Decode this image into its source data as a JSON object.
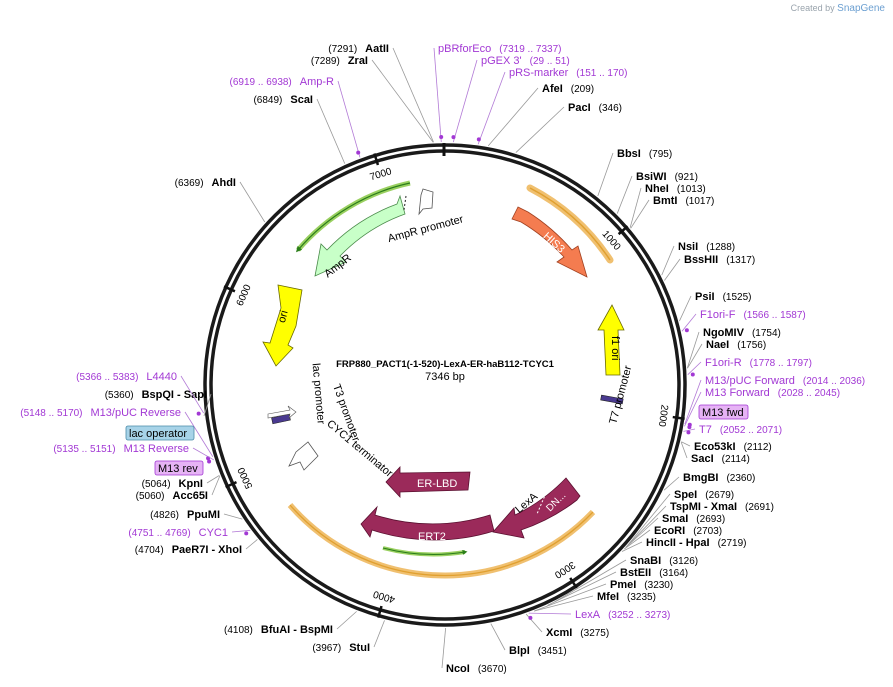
{
  "branding": {
    "created_by": "Created by",
    "product": "SnapGene"
  },
  "plasmid": {
    "name": "FRP880_PACT1(-1-520)-LexA-ER-haB112-TCYC1",
    "length": "7346 bp",
    "length_bp": 7346
  },
  "ruler_ticks": [
    "1000",
    "2000",
    "3000",
    "4000",
    "5000",
    "6000",
    "7000"
  ],
  "sites": [
    {
      "name": "AatII",
      "pos": "(7291)",
      "side": "L",
      "bp": 7291
    },
    {
      "name": "ZraI",
      "pos": "(7289)",
      "side": "L",
      "bp": 7289
    },
    {
      "name": "ScaI",
      "pos": "(6849)",
      "side": "L",
      "bp": 6849
    },
    {
      "name": "AhdI",
      "pos": "(6369)",
      "side": "L",
      "bp": 6369
    },
    {
      "name": "AfeI",
      "pos": "(209)",
      "side": "R",
      "bp": 209
    },
    {
      "name": "PacI",
      "pos": "(346)",
      "side": "R",
      "bp": 346
    },
    {
      "name": "BbsI",
      "pos": "(795)",
      "side": "R",
      "bp": 795
    },
    {
      "name": "BsiWI",
      "pos": "(921)",
      "side": "R",
      "bp": 921
    },
    {
      "name": "NheI",
      "pos": "(1013)",
      "side": "R",
      "bp": 1013
    },
    {
      "name": "BmtI",
      "pos": "(1017)",
      "side": "R",
      "bp": 1017
    },
    {
      "name": "NsiI",
      "pos": "(1288)",
      "side": "R",
      "bp": 1288
    },
    {
      "name": "BssHII",
      "pos": "(1317)",
      "side": "R",
      "bp": 1317
    },
    {
      "name": "PsiI",
      "pos": "(1525)",
      "side": "R",
      "bp": 1525
    },
    {
      "name": "NgoMIV",
      "pos": "(1754)",
      "side": "R",
      "bp": 1754
    },
    {
      "name": "NaeI",
      "pos": "(1756)",
      "side": "R",
      "bp": 1756
    },
    {
      "name": "Eco53kI",
      "pos": "(2112)",
      "side": "R",
      "bp": 2112
    },
    {
      "name": "SacI",
      "pos": "(2114)",
      "side": "R",
      "bp": 2114
    },
    {
      "name": "BmgBI",
      "pos": "(2360)",
      "side": "R",
      "bp": 2360
    },
    {
      "name": "SpeI",
      "pos": "(2679)",
      "side": "R",
      "bp": 2679
    },
    {
      "name": "TspMI  -  XmaI",
      "pos": "(2691)",
      "side": "R",
      "bp": 2691
    },
    {
      "name": "SmaI",
      "pos": "(2693)",
      "side": "R",
      "bp": 2693
    },
    {
      "name": "EcoRI",
      "pos": "(2703)",
      "side": "R",
      "bp": 2703
    },
    {
      "name": "HincII  -  HpaI",
      "pos": "(2719)",
      "side": "R",
      "bp": 2719
    },
    {
      "name": "SnaBI",
      "pos": "(3126)",
      "side": "R",
      "bp": 3126
    },
    {
      "name": "BstEII",
      "pos": "(3164)",
      "side": "R",
      "bp": 3164
    },
    {
      "name": "PmeI",
      "pos": "(3230)",
      "side": "R",
      "bp": 3230
    },
    {
      "name": "MfeI",
      "pos": "(3235)",
      "side": "R",
      "bp": 3235
    },
    {
      "name": "XcmI",
      "pos": "(3275)",
      "side": "R",
      "bp": 3275
    },
    {
      "name": "BlpI",
      "pos": "(3451)",
      "side": "R",
      "bp": 3451
    },
    {
      "name": "NcoI",
      "pos": "(3670)",
      "side": "R",
      "bp": 3670
    },
    {
      "name": "StuI",
      "pos": "(3967)",
      "side": "L",
      "bp": 3967
    },
    {
      "name": "BfuAI  -  BspMI",
      "pos": "(4108)",
      "side": "L",
      "bp": 4108
    },
    {
      "name": "PaeR7I  -  XhoI",
      "pos": "(4704)",
      "side": "L",
      "bp": 4704
    },
    {
      "name": "PpuMI",
      "pos": "(4826)",
      "side": "L",
      "bp": 4826
    },
    {
      "name": "Acc65I",
      "pos": "(5060)",
      "side": "L",
      "bp": 5060
    },
    {
      "name": "KpnI",
      "pos": "(5064)",
      "side": "L",
      "bp": 5064
    },
    {
      "name": "BspQI  -  SapI",
      "pos": "(5360)",
      "side": "L",
      "bp": 5360
    }
  ],
  "primers": [
    {
      "name": "pBRforEco",
      "pos": "(7319 .. 7337)",
      "side": "R",
      "bp": 7328
    },
    {
      "name": "pGEX 3'",
      "pos": "(29 .. 51)",
      "side": "R",
      "bp": 40
    },
    {
      "name": "pRS-marker",
      "pos": "(151 .. 170)",
      "side": "R",
      "bp": 160
    },
    {
      "name": "Amp-R",
      "pos": "(6919 .. 6938)",
      "side": "L",
      "bp": 6928
    },
    {
      "name": "F1ori-F",
      "pos": "(1566 .. 1587)",
      "side": "R",
      "bp": 1576
    },
    {
      "name": "F1ori-R",
      "pos": "(1778 .. 1797)",
      "side": "R",
      "bp": 1787
    },
    {
      "name": "M13/pUC Forward",
      "pos": "(2014 .. 2036)",
      "side": "R",
      "bp": 2025
    },
    {
      "name": "M13 Forward",
      "pos": "(2028 .. 2045)",
      "side": "R",
      "bp": 2036
    },
    {
      "name": "T7",
      "pos": "(2052 .. 2071)",
      "side": "R",
      "bp": 2061
    },
    {
      "name": "LexA",
      "pos": "(3252 .. 3273)",
      "side": "R",
      "bp": 3262
    },
    {
      "name": "L4440",
      "pos": "(5366 .. 5383)",
      "side": "L",
      "bp": 5374
    },
    {
      "name": "M13/pUC Reverse",
      "pos": "(5148 .. 5170)",
      "side": "L",
      "bp": 5159
    },
    {
      "name": "M13 Reverse",
      "pos": "(5135 .. 5151)",
      "side": "L",
      "bp": 5143
    },
    {
      "name": "CYC1",
      "pos": "(4751 .. 4769)",
      "side": "L",
      "bp": 4760
    }
  ],
  "boxed_labels": {
    "m13_fwd": "M13 fwd",
    "lac_operator": "lac operator",
    "m13_rev": "M13 rev"
  },
  "features": {
    "his3": "HIS3",
    "f1_ori": "f1 ori",
    "t7_promoter": "T7 promoter",
    "lexa": "LexA",
    "dn": "DN...",
    "er_lbd": "ER-LBD",
    "ert2": "ERT2",
    "cyc1_terminator": "CYC1 terminator",
    "t3_promoter": "T3 promoter",
    "lac_promoter": "lac promoter",
    "ori": "ori",
    "ampr": "AmpR",
    "ampr_promoter": "AmpR promoter"
  },
  "colors": {
    "backbone": "#1a1a1a",
    "enzyme_text": "#000000",
    "primer": "#a238d4",
    "his3": "#f47c50",
    "ori": "#ffff00",
    "ampr": "#c8ffc8",
    "lexa_er": "#9b2a5a",
    "highlight": "#f0c070"
  }
}
